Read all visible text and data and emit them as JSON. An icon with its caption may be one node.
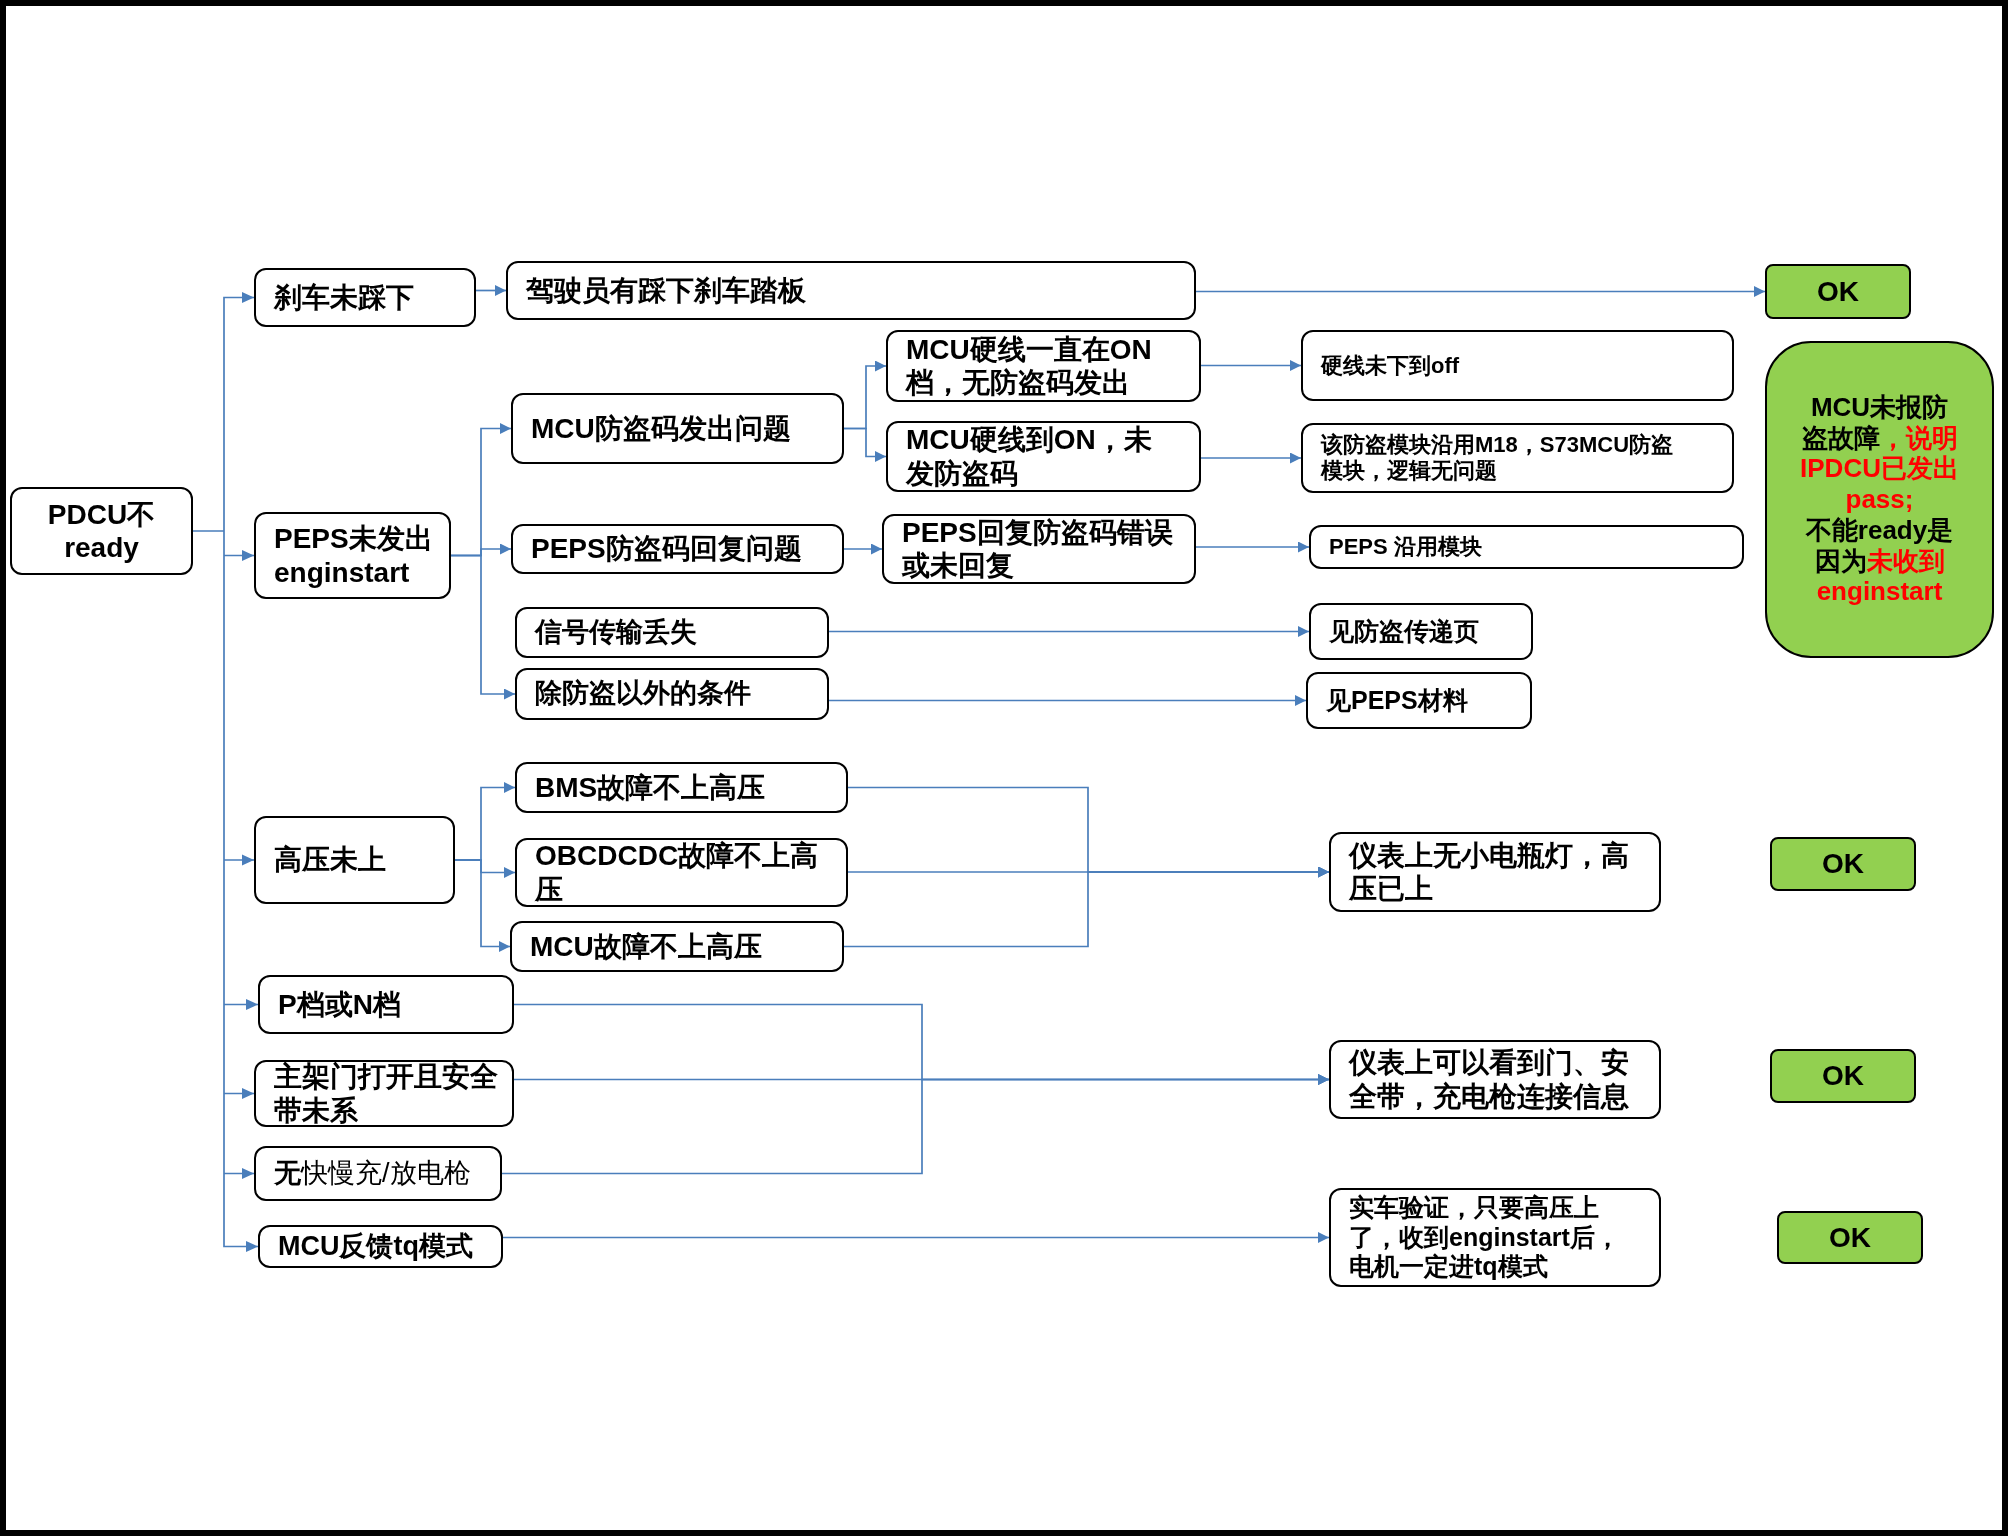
{
  "diagram": {
    "nodes": [
      {
        "text": [
          "PDCU不 ready"
        ]
      },
      {
        "text": [
          "刹车未踩下"
        ]
      },
      {
        "text": [
          "驾驶员有踩下刹车踏板"
        ]
      },
      {
        "text": [
          "OK"
        ]
      },
      {
        "text": [
          "PEPS未发出 enginstart"
        ]
      },
      {
        "text": [
          "MCU防盗码发出问题"
        ]
      },
      {
        "text": [
          "MCU硬线一直在ON档，无防盗码发出"
        ]
      },
      {
        "text": [
          "硬线未下到off"
        ]
      },
      {
        "text": [
          "MCU硬线到ON，未发防盗码"
        ]
      },
      {
        "text": [
          "该防盗模块沿用M18，S73MCU防盗模块，逻辑无问题"
        ]
      },
      {
        "text": [
          "PEPS防盗码回复问题"
        ]
      },
      {
        "text": [
          "PEPS回复防盗码错误或未回复"
        ]
      },
      {
        "text": [
          "PEPS 沿用模块"
        ]
      },
      {
        "text": [
          "MCU未报防盗故障",
          "，说明IPDCU已发出pass;",
          "不能ready是因为",
          "未收到enginstart"
        ]
      },
      {
        "text": [
          "信号传输丢失"
        ]
      },
      {
        "text": [
          "见防盗传递页"
        ]
      },
      {
        "text": [
          "除防盗以外的条件"
        ]
      },
      {
        "text": [
          "见PEPS材料"
        ]
      },
      {
        "text": [
          "高压未上"
        ]
      },
      {
        "text": [
          "BMS故障不上高压"
        ]
      },
      {
        "text": [
          "OBCDCDC故障不上高压"
        ]
      },
      {
        "text": [
          "MCU故障不上高压"
        ]
      },
      {
        "text": [
          "仪表上无小电瓶灯，高压已上"
        ]
      },
      {
        "text": [
          "OK"
        ]
      },
      {
        "text": [
          "P档或N档"
        ]
      },
      {
        "text": [
          "主架门打开且安全带未系"
        ]
      },
      {
        "text": [
          "**无**快慢充/放电枪"
        ]
      },
      {
        "text": [
          "仪表上可以看到门、安全带，充电枪连接信息"
        ]
      },
      {
        "text": [
          "OK"
        ]
      },
      {
        "text": [
          "MCU反馈tq模式"
        ]
      },
      {
        "text": [
          "实车验证，只要高压上了，收到enginstart后，电机一定进tq模式"
        ]
      },
      {
        "text": [
          "OK"
        ]
      }
    ],
    "edges": [
      {
        "from": 0,
        "to": 1,
        "arrow": "to"
      },
      {
        "from": 0,
        "to": 4,
        "arrow": "to"
      },
      {
        "from": 0,
        "to": 18,
        "arrow": "to"
      },
      {
        "from": 0,
        "to": 24,
        "arrow": "to"
      },
      {
        "from": 0,
        "to": 25,
        "arrow": "to"
      },
      {
        "from": 0,
        "to": 26,
        "arrow": "to"
      },
      {
        "from": 0,
        "to": 29,
        "arrow": "to"
      },
      {
        "from": 1,
        "to": 2,
        "arrow": "to"
      },
      {
        "from": 2,
        "to": 3,
        "arrow": "to"
      },
      {
        "from": 4,
        "to": 5,
        "arrow": "to"
      },
      {
        "from": 4,
        "to": 10,
        "arrow": "to"
      },
      {
        "from": 4,
        "to": 16,
        "arrow": "to"
      },
      {
        "from": 5,
        "to": 6,
        "arrow": "to"
      },
      {
        "from": 5,
        "to": 8,
        "arrow": "to"
      },
      {
        "from": 6,
        "to": 7,
        "arrow": "to"
      },
      {
        "from": 8,
        "to": 9,
        "arrow": "to"
      },
      {
        "from": 10,
        "to": 11,
        "arrow": "to"
      },
      {
        "from": 11,
        "to": 12,
        "arrow": "to"
      },
      {
        "from": 14,
        "to": 15,
        "arrow": "to"
      },
      {
        "from": 16,
        "to": 17,
        "arrow": "to"
      },
      {
        "from": 18,
        "to": 19,
        "arrow": "to"
      },
      {
        "from": 18,
        "to": 20,
        "arrow": "to"
      },
      {
        "from": 18,
        "to": 21,
        "arrow": "to"
      },
      {
        "from": 19,
        "to": 22,
        "arrow": "to"
      },
      {
        "from": 20,
        "to": 22,
        "arrow": "to"
      },
      {
        "from": 21,
        "to": 22,
        "arrow": "to"
      },
      {
        "from": 24,
        "to": 27,
        "arrow": "to"
      },
      {
        "from": 25,
        "to": 27,
        "arrow": "to"
      },
      {
        "from": 26,
        "to": 27,
        "arrow": "to"
      },
      {
        "from": 29,
        "to": 30,
        "arrow": "to"
      }
    ]
  }
}
